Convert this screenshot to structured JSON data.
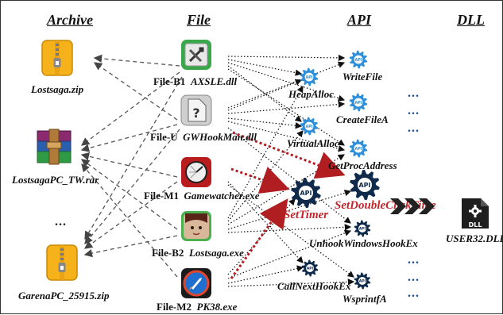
{
  "headers": {
    "archive": "Archive",
    "file": "File",
    "api": "API",
    "dll": "DLL"
  },
  "archives": [
    {
      "label": "Lostsaga.zip"
    },
    {
      "label": "LostsagaPC_TW.rar"
    },
    {
      "label": "GarenaPC_25915.zip"
    }
  ],
  "archive_ellipsis": "...",
  "files": [
    {
      "id": "File-B1",
      "name": "AXSLE.dll"
    },
    {
      "id": "File-U",
      "name": "GWHookMan.dll"
    },
    {
      "id": "File-M1",
      "name": "Gamewatcher.exe"
    },
    {
      "id": "File-B2",
      "name": "Lostsaga.exe"
    },
    {
      "id": "File-M2",
      "name": "PK38.exe"
    }
  ],
  "apis": {
    "writefile": "WriteFile",
    "heapalloc": "HeapAlloc",
    "createfilea": "CreateFileA",
    "virtualalloc": "VirtualAlloc",
    "getprocaddress": "GetProcAddress",
    "settimer": "SetTimer",
    "setdoubleclicktime": "SetDoubleClickTime",
    "unhookwindowshookex": "UnhookWindowsHookEx",
    "callnexthookex": "CallNextHookEx",
    "wsprintfa": "WsprintfA"
  },
  "api_icon_text": "API",
  "api_ellipsis": "...",
  "dll": {
    "label": "USER32.DLL",
    "badge": "DLL"
  },
  "colors": {
    "accent_red": "#c0282d",
    "gear_blue": "#2f8fd8",
    "gear_navy": "#0f2a4a",
    "api_dots": "#1f4e8c"
  }
}
